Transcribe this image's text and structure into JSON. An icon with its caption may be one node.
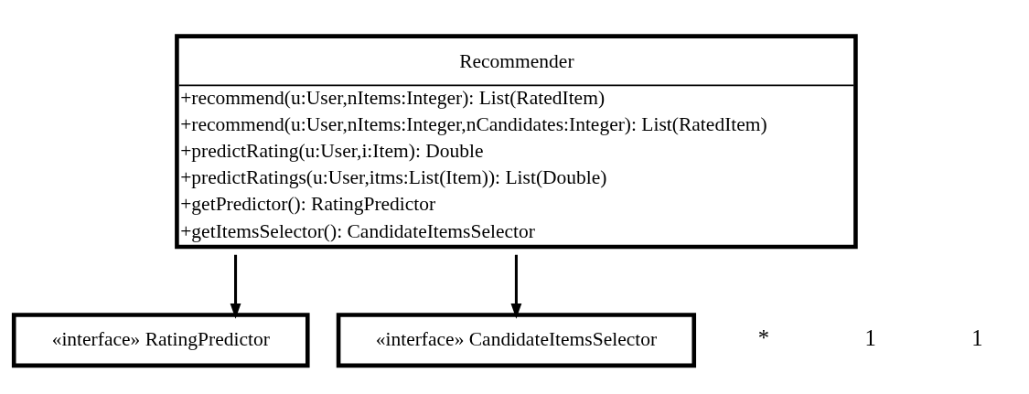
{
  "diagram": {
    "nodes": [
      {
        "text": [
          "Recommender",
          "+recommend(u:User,nItems:Integer): List(RatedItem)",
          "+recommend(u:User,nItems:Integer,nCandidates:Integer): List(RatedItem)",
          "+predictRating(u:User,i:Item): Double",
          "+predictRatings(u:User,itms:List(Item)): List(Double)",
          "+getPredictor(): RatingPredictor",
          "+getItemsSelector(): CandidateItemsSelector"
        ]
      },
      {
        "text": [
          "«interface» RatingPredictor"
        ]
      },
      {
        "text": [
          "«interface» CandidateItemsSelector"
        ]
      }
    ],
    "edges": [
      {
        "from": 0,
        "to": 1,
        "arrow": "to"
      },
      {
        "from": 0,
        "to": 2,
        "arrow": "to"
      }
    ],
    "labels": [
      "*",
      "1",
      "1"
    ]
  }
}
